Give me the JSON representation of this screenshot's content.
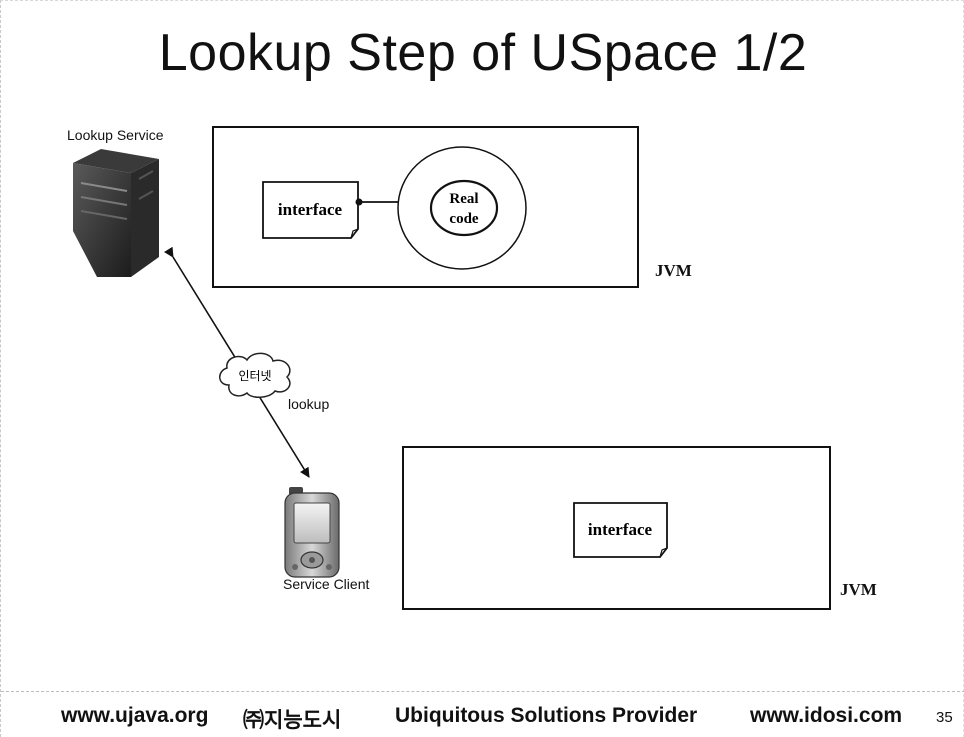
{
  "slide": {
    "title": "Lookup Step of USpace 1/2",
    "lookup_service_label": "Lookup Service",
    "service_client_label": "Service Client",
    "jvm_top_label": "JVM",
    "jvm_bottom_label": "JVM",
    "interface_top_label": "interface",
    "interface_bottom_label": "interface",
    "real_code_line1": "Real",
    "real_code_line2": "code",
    "internet_label": "인터넷",
    "lookup_label": "lookup"
  },
  "footer": {
    "site1": "www.ujava.org",
    "company": "㈜지능도시",
    "tagline": "Ubiquitous Solutions Provider",
    "site2": "www.idosi.com",
    "page_number": "35"
  }
}
